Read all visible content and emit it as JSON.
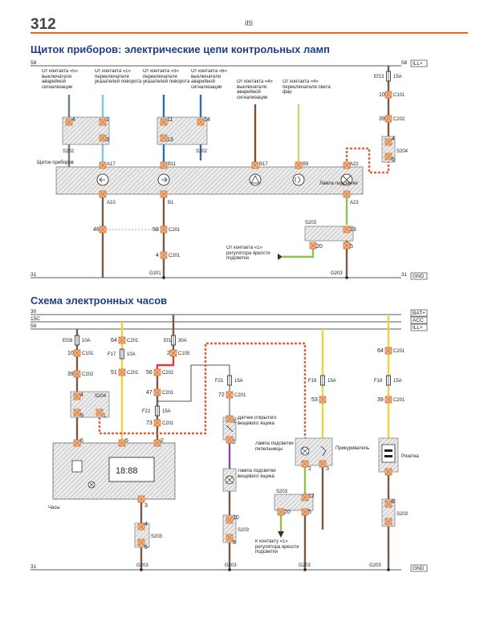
{
  "page": {
    "number": "312",
    "header_mark": "itti"
  },
  "sections": {
    "warning_lamps": {
      "title": "Щиток приборов: электрические цепи контрольных ламп"
    },
    "clock": {
      "title": "Схема электронных часов"
    }
  },
  "rails_top": {
    "r58": {
      "num": "58",
      "tag": "ILL+"
    },
    "r31": {
      "num": "31",
      "tag": "GND"
    }
  },
  "rails_bottom": {
    "r30": {
      "num": "30",
      "tag": "BAT+"
    },
    "r15c": {
      "num": "15C",
      "tag": "ACC"
    },
    "r58": {
      "num": "58",
      "tag": "ILL+"
    },
    "r31": {
      "num": "31",
      "tag": "GND"
    }
  },
  "top_labels": {
    "src1": "От контакта «5» выключателя аварийной сигнализации",
    "src2": "От контакта «1» переключателя указателей поворота",
    "src3": "От контакта «3» переключателя указателей поворота",
    "src4": "От контакта «6» выключателя аварийной сигнализации",
    "src5": "От контакта «4» выключателя аварийной сигнализации",
    "src6": "От контакта «4» переключателя света фар",
    "cluster": "Щиток приборов",
    "backlight": "Лампа подсветки",
    "dimmer": "От контакта «1» регулятора яркости подсветки"
  },
  "top_codes": {
    "s202": "S202",
    "s202b": "S202",
    "s204": "S204",
    "s203": "S203",
    "a17": "A17",
    "b11": "B11",
    "b17": "B17",
    "b9": "B9",
    "a22": "A22",
    "a10": "A10",
    "b1": "B1",
    "a23": "A23",
    "c201a": "C201",
    "c201b": "C201",
    "c101": "C101",
    "c202": "C202",
    "ef13": "Ef13",
    "fuse15a": "15A",
    "g201": "G201",
    "g203": "G203",
    "p4a": "4",
    "p1a": "1",
    "p5a": "5",
    "p3a": "3",
    "p11": "11",
    "p14": "14",
    "p13a": "13",
    "p13b": "13",
    "p10": "10",
    "p39": "39",
    "p3b": "3",
    "p4b": "4",
    "p5b": "5",
    "p46": "46",
    "p58": "58",
    "p4c": "4",
    "p13c": "13",
    "p20": "20",
    "p5c": "5"
  },
  "bottom_labels": {
    "hours": "Часы",
    "trunk_sensor": "Датчик открытого вещевого ящика",
    "glovebox_lamp": "Лампа подсветки вещевого ящика",
    "ashtray_lamp": "Лампа подсветки пепельницы",
    "lighter": "Прикуриватель",
    "socket": "Розетка",
    "dimmer2": "К контакту «1» регулятора яркости подсветки",
    "display": "18:88"
  },
  "bottom_codes": {
    "ef28": "Ef28",
    "a10": "10A",
    "c101": "C101",
    "c202": "C202",
    "s204": "S204",
    "f17": "F17",
    "a10b": "10A",
    "c201a": "C201",
    "c201b": "C201",
    "ef1": "Ef1",
    "a30": "30A",
    "c105": "C105",
    "c202b": "C202",
    "c201c": "C201",
    "f22": "F22",
    "a15": "15A",
    "c201d": "C201",
    "f21": "F21",
    "a15b": "15A",
    "c201e": "C201",
    "c201f": "C201",
    "f19": "F19",
    "a15c": "15A",
    "f18": "F18",
    "a15d": "15A",
    "c201g": "C201",
    "c201h": "C201",
    "s203a": "S203",
    "s203b": "S203",
    "s203c": "S203",
    "s203d": "S203",
    "g203a": "G203",
    "g203b": "G203",
    "g203c": "G203",
    "g203d": "G203",
    "n10": "10",
    "n39": "39",
    "n4": "4",
    "n9": "9",
    "n1": "1",
    "n6": "6",
    "n64a": "64",
    "n51": "51",
    "n5": "5",
    "n2": "2",
    "n56": "56",
    "n47": "47",
    "n73": "73",
    "n72": "72",
    "n3": "3",
    "n4b": "4",
    "n5b": "5",
    "n1b": "1",
    "n2b": "2",
    "n10b": "10",
    "n3b": "3",
    "n5c": "5",
    "n53": "53",
    "n39b": "39",
    "n64b": "64",
    "n2c": "2",
    "n3c": "3",
    "n12": "12",
    "n20": "20",
    "n5d": "5",
    "n1c": "1",
    "n2d": "2",
    "n6b": "6",
    "n3d": "3"
  }
}
